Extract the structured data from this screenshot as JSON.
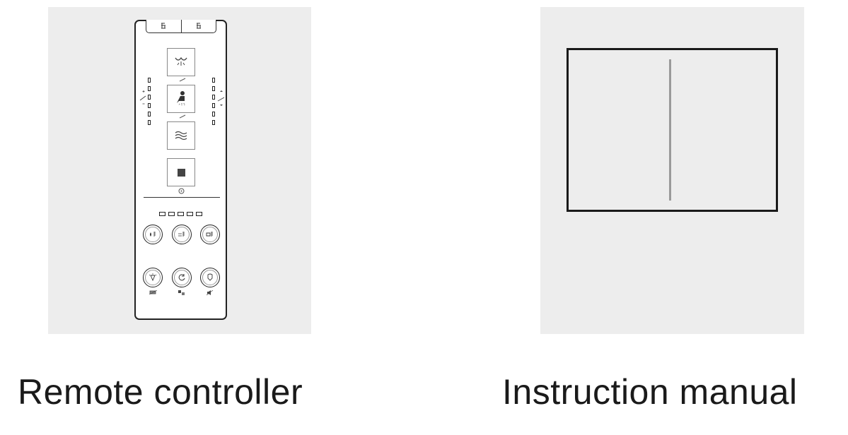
{
  "items": [
    {
      "caption": "Remote controller",
      "icon": "remote-controller-illustration"
    },
    {
      "caption": "Instruction manual",
      "icon": "instruction-manual-illustration"
    }
  ],
  "colors": {
    "panel_bg": "#ededed",
    "outline": "#1a1a1a",
    "spine": "#9a9a9a"
  }
}
